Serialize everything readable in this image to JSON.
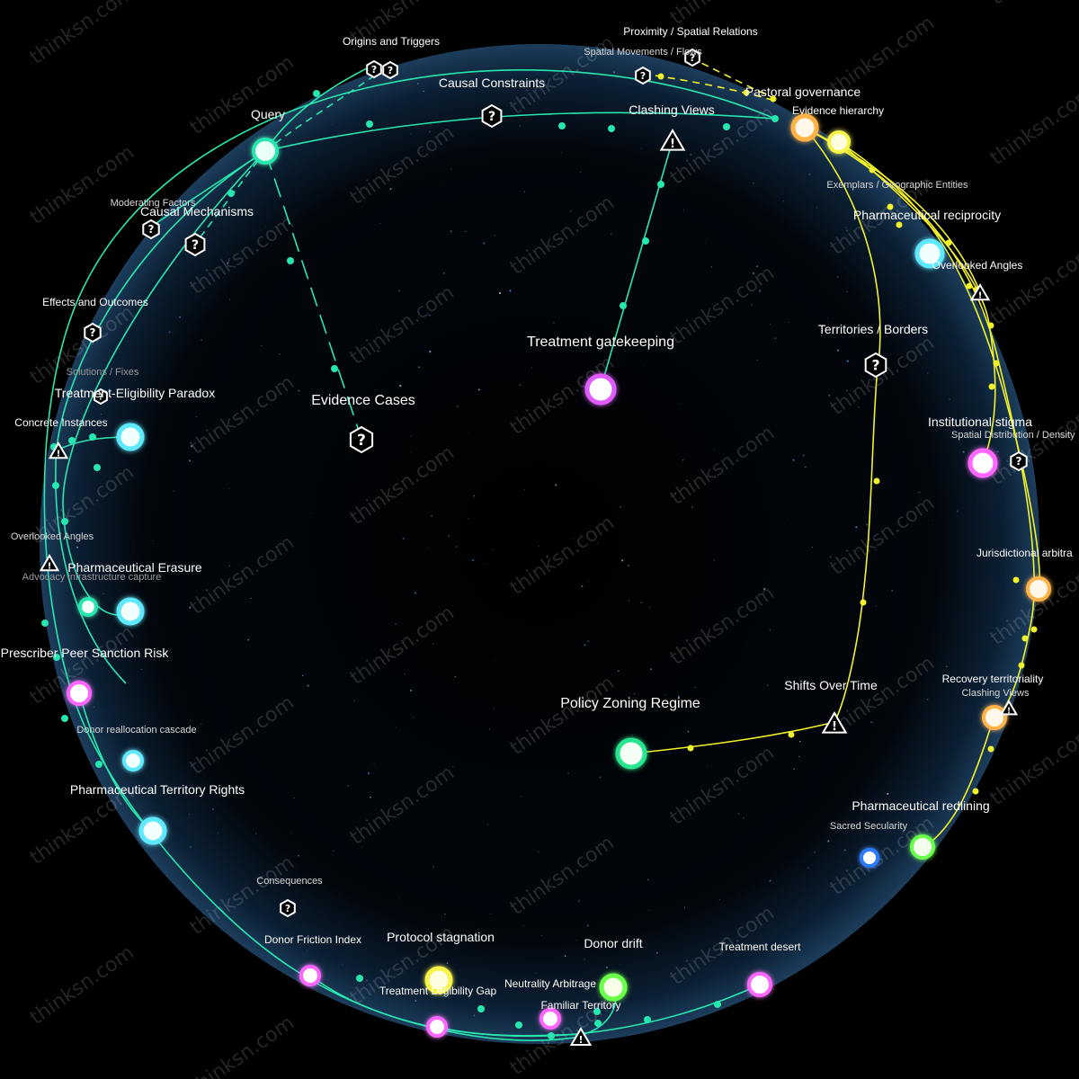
{
  "watermark": "thinksn.com",
  "colors": {
    "background": "#000000",
    "sphere": "#0b1a2a",
    "teal_edge": "#27e7b0",
    "yellow_edge": "#f2f22a",
    "cyan_node": "#5fe9ff",
    "magenta_node": "#ff66ff",
    "yellow_node": "#f6f34a",
    "orange_node": "#ffb347",
    "green_node": "#6bff4a",
    "blue_node": "#2a7bff"
  },
  "nodes": {
    "query": "Query",
    "treatment_gatekeeping": "Treatment gatekeeping",
    "policy_zoning_regime": "Policy Zoning Regime",
    "treatment_eligibility_paradox": "Treatment-Eligibility Paradox",
    "pharmaceutical_erasure": "Pharmaceutical Erasure",
    "advocacy_infrastructure_capture": "Advocacy infrastructure capture",
    "prescriber_peer_sanction_risk": "Prescriber Peer Sanction Risk",
    "donor_reallocation_cascade": "Donor reallocation cascade",
    "pharmaceutical_territory_rights": "Pharmaceutical Territory Rights",
    "donor_friction_index": "Donor Friction Index",
    "protocol_stagnation": "Protocol stagnation",
    "treatment_legibility_gap": "Treatment Legibility Gap",
    "donor_drift": "Donor drift",
    "neutrality_arbitrage": "Neutrality Arbitrage",
    "familiar_territory": "Familiar Territory",
    "treatment_desert": "Treatment desert",
    "pharmaceutical_redlining": "Pharmaceutical redlining",
    "sacred_secularity": "Sacred Secularity",
    "recovery_territoriality": "Recovery territoriality",
    "jurisdictional_arbitrage": "Jurisdictional arbitra",
    "institutional_stigma": "Institutional stigma",
    "pharmaceutical_reciprocity": "Pharmaceutical reciprocity",
    "pastoral_governance": "Pastoral governance",
    "evidence_hierarchy": "Evidence hierarchy"
  },
  "categories": {
    "origins_and_triggers": "Origins and Triggers",
    "causal_constraints": "Causal Constraints",
    "proximity_spatial_relations": "Proximity / Spatial Relations",
    "spatial_movements_flows": "Spatial Movements / Flows",
    "clashing_views_top": "Clashing Views",
    "moderating_factors": "Moderating Factors",
    "causal_mechanisms": "Causal Mechanisms",
    "effects_and_outcomes": "Effects and Outcomes",
    "solutions_fixes": "Solutions / Fixes",
    "concrete_instances": "Concrete Instances",
    "overlooked_angles_left": "Overlooked Angles",
    "evidence_cases": "Evidence Cases",
    "exemplars_geographic_entities": "Exemplars / Geographic Entities",
    "overlooked_angles_right": "Overlooked Angles",
    "territories_borders": "Territories / Borders",
    "spatial_distribution_density": "Spatial Distribution / Density",
    "clashing_views_right": "Clashing Views",
    "shifts_over_time": "Shifts Over Time",
    "consequences": "Consequences"
  }
}
